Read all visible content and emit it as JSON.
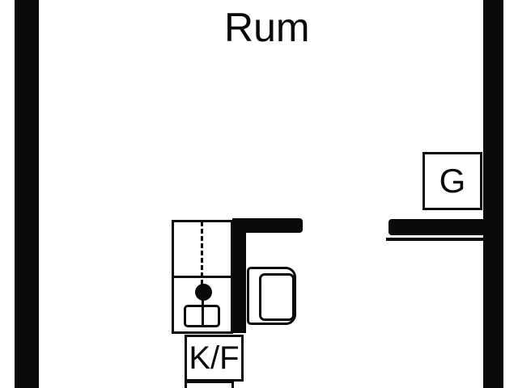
{
  "plan": {
    "room_label": "Rum",
    "closet_label": "G",
    "fridge_freezer_label": "K/F"
  },
  "symbols": {
    "walls": "solid-black-filled",
    "kitchen": [
      "counter-with-centerline",
      "sink-dot",
      "sink-basin"
    ],
    "furniture": [
      "armchair"
    ]
  },
  "colors": {
    "wall": "#0a0a0a",
    "background": "#ffffff",
    "line": "#0a0a0a"
  }
}
